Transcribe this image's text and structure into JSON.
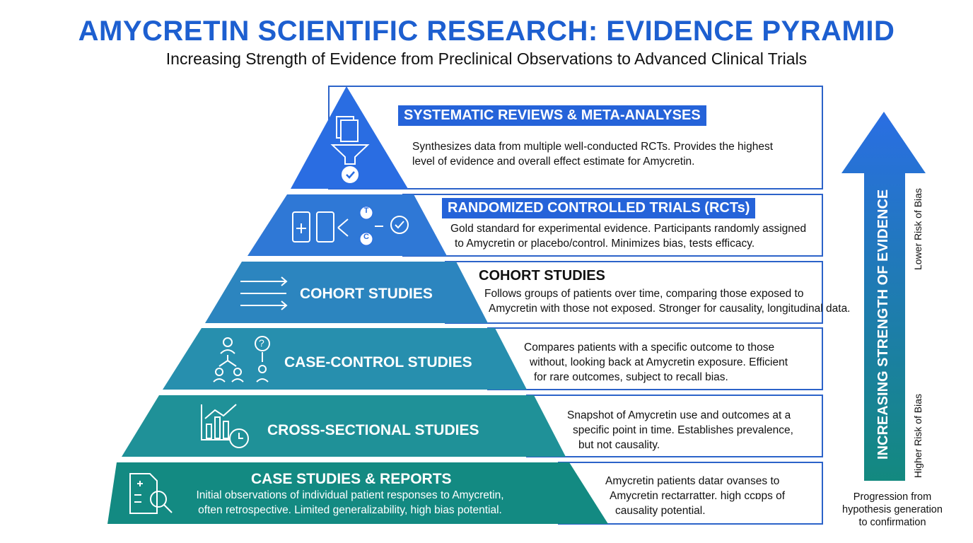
{
  "header": {
    "title": "AMYCRETIN SCIENTIFIC RESEARCH: EVIDENCE PYRAMID",
    "subtitle": "Increasing Strength of Evidence from Preclinical Observations to Advanced Clinical Trials"
  },
  "levels": [
    {
      "title": "SYSTEMATIC REVIEWS & META-ANALYSES",
      "desc": [
        "Synthesizes data from multiple well-conducted RCTs. Provides the highest",
        "level of evidence and overall effect estimate for Amycretin."
      ],
      "icon": "funnel-documents-check-icon",
      "color": "#2a6de2"
    },
    {
      "title": "RANDOMIZED CONTROLLED TRIALS (RCTs)",
      "desc": [
        "Gold standard for experimental evidence. Participants randomly assigned",
        "to Amycretin or placebo/control. Minimizes bias, tests efficacy."
      ],
      "icon": "medicine-bottles-randomize-icon",
      "badges": [
        "T",
        "C"
      ],
      "color": "#2f78d6"
    },
    {
      "title": "COHORT STUDIES",
      "box_title": "COHORT STUDIES",
      "desc": [
        "Follows groups of patients over time, comparing those exposed to",
        "Amycretin with those not exposed. Stronger for causality, longitudinal data."
      ],
      "icon": "arrows-timeline-icon",
      "color": "#2c85bf"
    },
    {
      "title": "CASE-CONTROL STUDIES",
      "desc": [
        "Compares patients with a specific outcome to those",
        "without, looking back at Amycretin exposure. Efficient",
        "for rare outcomes, subject to recall bias."
      ],
      "icon": "people-question-icon",
      "badges": [
        "?"
      ],
      "color": "#278fae"
    },
    {
      "title": "CROSS-SECTIONAL STUDIES",
      "desc": [
        "Snapshot of Amycretin use and outcomes at a",
        "specific point in time. Establishes prevalence,",
        "but not causality."
      ],
      "icon": "chart-clock-icon",
      "color": "#1f9198"
    },
    {
      "title": "CASE STUDIES & REPORTS",
      "inner_desc": [
        "Initial observations of individual patient responses to Amycretin,",
        "often retrospective. Limited generalizability, high bias potential."
      ],
      "desc": [
        "Amycretin patients datar ovanses to",
        "Amycretin rectarratter. high ccɒps of",
        "causality potential."
      ],
      "icon": "report-magnifier-icon",
      "color": "#138a82"
    }
  ],
  "arrow": {
    "label": "INCREASING STRENGTH OF EVIDENCE",
    "top_label": "Lower Risk of Bias",
    "bottom_label": "Higher Risk of Bias",
    "caption": [
      "Progression from",
      "hypothesis generation",
      "to confirmation"
    ],
    "color_top": "#2a6ee3",
    "color_bottom": "#13897f"
  }
}
